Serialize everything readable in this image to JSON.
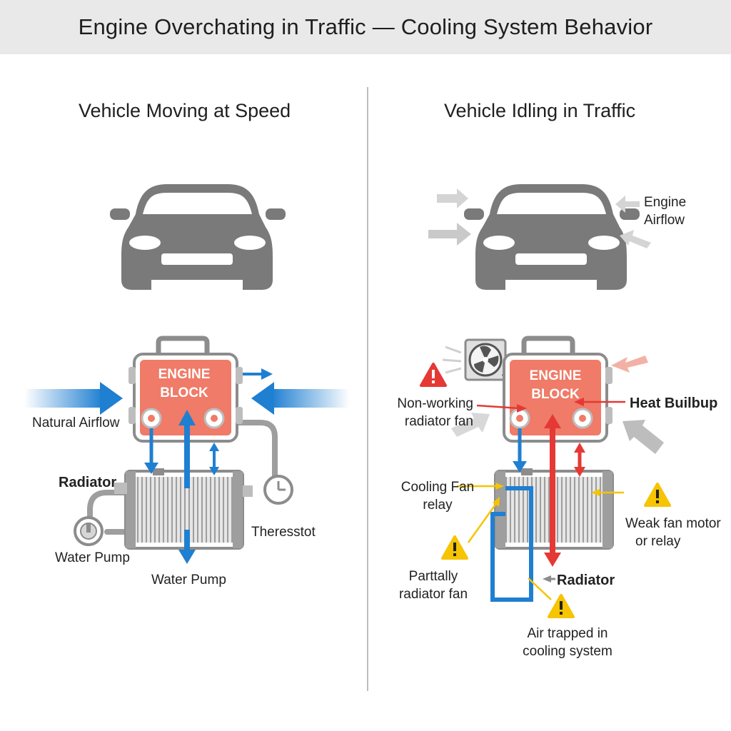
{
  "title": "Engine Overchating in Traffic — Cooling System Behavior",
  "left": {
    "heading": "Vehicle Moving at Speed",
    "engine_label_line1": "ENGINE",
    "engine_label_line2": "BLOCK",
    "labels": {
      "natural_airflow": "Natural Airflow",
      "radiator": "Radiator",
      "water_pump_side": "Water Pump",
      "water_pump_bottom": "Water Pump",
      "thermostat": "Theresstot"
    }
  },
  "right": {
    "heading": "Vehicle Idling in Traffic",
    "engine_label_line1": "ENGINE",
    "engine_label_line2": "BLOCK",
    "labels": {
      "engine_airflow_line1": "Engine",
      "engine_airflow_line2": "Airflow",
      "non_working_line1": "Non-working",
      "non_working_line2": "radiator fan",
      "heat_buildup": "Heat Builbup",
      "cooling_fan_line1": "Cooling Fan",
      "cooling_fan_line2": "relay",
      "weak_fan_line1": "Weak fan motor",
      "weak_fan_line2": "or relay",
      "partially_line1": "Parttally",
      "partially_line2": "radiator fan",
      "radiator": "Radiator",
      "air_trapped_line1": "Air trapped in",
      "air_trapped_line2": "cooling system"
    }
  },
  "colors": {
    "engine": "#ef7b68",
    "coolant_blue": "#1f7fd1",
    "heat_red": "#e53935",
    "warning_yellow": "#f6c400",
    "danger_red": "#e53935",
    "car_gray": "#7a7a7a"
  },
  "icons": [
    "car-icon",
    "radiator-icon",
    "fan-icon",
    "warning-icon",
    "gauge-icon",
    "pump-icon"
  ]
}
